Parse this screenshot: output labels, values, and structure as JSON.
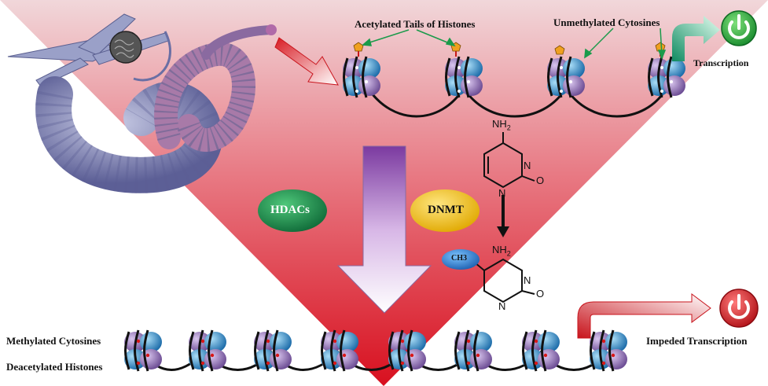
{
  "labels": {
    "acetylated_tails": "Acetylated Tails of Histones",
    "unmethylated_cytosines": "Unmethylated Cytosines",
    "transcription": "Transcription",
    "hdacs": "HDACs",
    "dnmt": "DNMT",
    "ch3": "CH3",
    "nh2_top": "NH",
    "nh2_top_sub": "2",
    "nh2_bottom": "NH",
    "nh2_bottom_sub": "2",
    "n_top": "N",
    "o_top": "O",
    "n_top_ring": "N",
    "n_bottom": "N",
    "o_bottom": "O",
    "n_bottom_ring": "N",
    "methylated_cytosines": "Methylated Cytosines",
    "deacetylated_histones": "Deacetylated Histones",
    "impeded_transcription": "Impeded Transcription"
  },
  "colors": {
    "triangle_top": "#e8c8cc",
    "triangle_bottom": "#d8101f",
    "hdacs_fill": "#1f8a4c",
    "dnmt_fill": "#f2c21a",
    "ch3_fill": "#2a86d6",
    "power_on": "#2aa84a",
    "power_off": "#d8202a",
    "arrow_green": "#1aa070",
    "arrow_red": "#d81a22",
    "histone_purple": "#8f6cb0",
    "histone_blue": "#2a90cc",
    "acetyl_orange": "#f0a020"
  },
  "icons": {
    "power_on": "power-on-icon",
    "power_off": "power-off-icon"
  }
}
